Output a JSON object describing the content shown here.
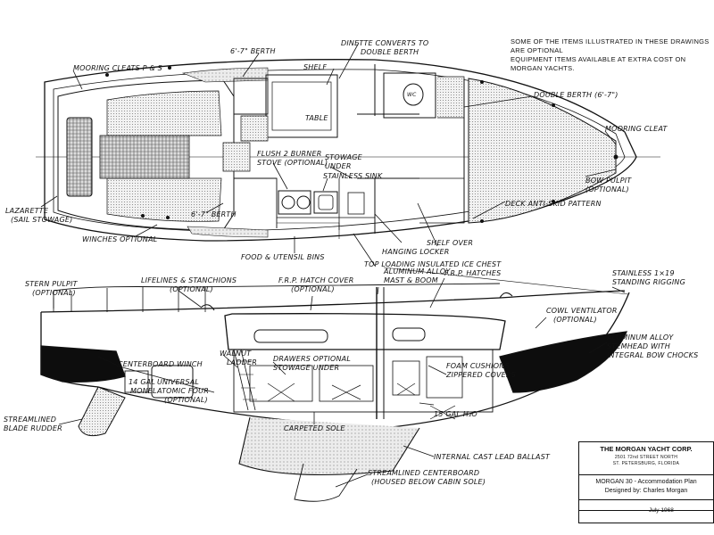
{
  "note": {
    "line1": "SOME OF THE ITEMS ILLUSTRATED IN THESE DRAWINGS ARE OPTIONAL",
    "line2": "EQUIPMENT ITEMS AVAILABLE AT EXTRA COST ON MORGAN YACHTS."
  },
  "plan_labels": {
    "mooring_cleats": "MOORING CLEATS P & S",
    "berth_aft": "6'-7\" BERTH",
    "dinette_1": "DINETTE CONVERTS TO",
    "dinette_2": "DOUBLE BERTH",
    "shelf": "SHELF",
    "table": "TABLE",
    "double_berth": "DOUBLE BERTH (6'-7\")",
    "wc": "WC",
    "mooring_cleat": "MOORING CLEAT",
    "stove_1": "FLUSH 2 BURNER",
    "stove_2": "STOVE (OPTIONAL)",
    "stowage_1": "STOWAGE",
    "stowage_2": "UNDER",
    "sink": "STAINLESS SINK",
    "bow_pulpit_1": "BOW PULPIT",
    "bow_pulpit_2": "(OPTIONAL)",
    "lazarette_1": "LAZARETTE",
    "lazarette_2": "(SAIL STOWAGE)",
    "berth_fwd": "6'-7\" BERTH",
    "winches": "WINCHES OPTIONAL",
    "deck_antiskid": "DECK ANTI-SKID PATTERN",
    "shelf_over_1": "SHELF OVER",
    "shelf_over_2": "HANGING LOCKER",
    "food_bins": "FOOD & UTENSIL BINS",
    "ice_chest": "TOP LOADING INSULATED ICE CHEST"
  },
  "profile_labels": {
    "stern_pulpit_1": "STERN PULPIT",
    "stern_pulpit_2": "(OPTIONAL)",
    "lifelines_1": "LIFELINES & STANCHIONS",
    "lifelines_2": "(OPTIONAL)",
    "hatch_cover_1": "F.R.P. HATCH COVER",
    "hatch_cover_2": "(OPTIONAL)",
    "mast_1": "ALUMINUM ALLOY",
    "mast_2": "MAST & BOOM",
    "frp_hatches": "F.R.P. HATCHES",
    "rigging_1": "STAINLESS 1×19",
    "rigging_2": "STANDING RIGGING",
    "cowl_1": "COWL VENTILATOR",
    "cowl_2": "(OPTIONAL)",
    "stem_1": "ALUMINUM ALLOY",
    "stem_2": "STEMHEAD WITH",
    "stem_3": "INTEGRAL BOW CHOCKS",
    "cb_winch": "CENTERBOARD WINCH",
    "walnut_1": "WALNUT",
    "walnut_2": "LADDER",
    "drawers_1": "DRAWERS OPTIONAL",
    "drawers_2": "STOWAGE UNDER",
    "foam_1": "FOAM CUSHIONS",
    "foam_2": "ZIPPERED COVERS",
    "fuel_1": "14 GAL",
    "fuel_2": "MONEL",
    "engine_1": "UNIVERSAL",
    "engine_2": "ATOMIC FOUR",
    "engine_3": "(OPTIONAL)",
    "water": "15 GAL H₂O",
    "rudder_1": "STREAMLINED",
    "rudder_2": "BLADE RUDDER",
    "sole": "CARPETED SOLE",
    "ballast": "INTERNAL CAST LEAD BALLAST",
    "cb_1": "STREAMLINED CENTERBOARD",
    "cb_2": "(HOUSED BELOW CABIN SOLE)"
  },
  "title_block": {
    "firm": "THE MORGAN YACHT CORP.",
    "address_1": "2501 72nd STREET NORTH",
    "address_2": "ST. PETERSBURG, FLORIDA",
    "plan": "MORGAN 30 - Accommodation Plan",
    "designer": "Designed by: Charles Morgan",
    "date": "July 1968"
  }
}
